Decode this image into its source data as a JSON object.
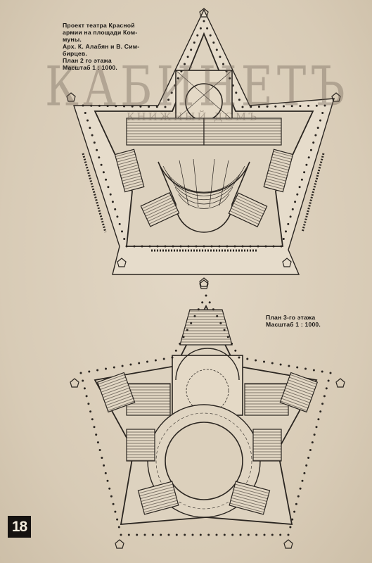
{
  "plan_top": {
    "caption_lines": [
      "Проект театра Красной",
      "армии на площади Ком-",
      "муны.",
      "Арх. К. Алабян и В. Сим-",
      "бирцев.",
      "План 2 го этажа",
      "Масштаб 1 : 1000."
    ]
  },
  "plan_bottom": {
    "caption_lines": [
      "План 3-го этажа",
      "Масштаб 1 : 1000."
    ]
  },
  "watermark": {
    "title": "КАБИНЕТЪ",
    "subtitle": "КНИЖНЫЙ ДОМЪ"
  },
  "page_number": "18",
  "colors": {
    "paper": "#dcd0bc",
    "ink": "#1f1b17",
    "watermark": "#7a6e60"
  }
}
